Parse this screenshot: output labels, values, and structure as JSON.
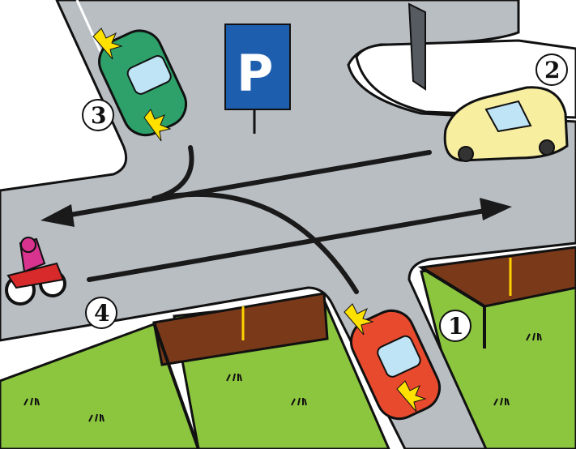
{
  "sign": {
    "letter": "P"
  },
  "vehicles": [
    {
      "number": "1",
      "type": "car",
      "color": "#e84a2e"
    },
    {
      "number": "2",
      "type": "car",
      "color": "#f7eea0"
    },
    {
      "number": "3",
      "type": "car",
      "color": "#2ea06a"
    },
    {
      "number": "4",
      "type": "motorcycle",
      "color": "#d8338e"
    }
  ],
  "colors": {
    "road": "#b9bec3",
    "curb": "#ffffff",
    "grass": "#8cc63f",
    "fence": "#7a3a1a",
    "sign_blue": "#1d5fae",
    "arrow": "#1a1a1a",
    "indicator": "#ffe100"
  }
}
